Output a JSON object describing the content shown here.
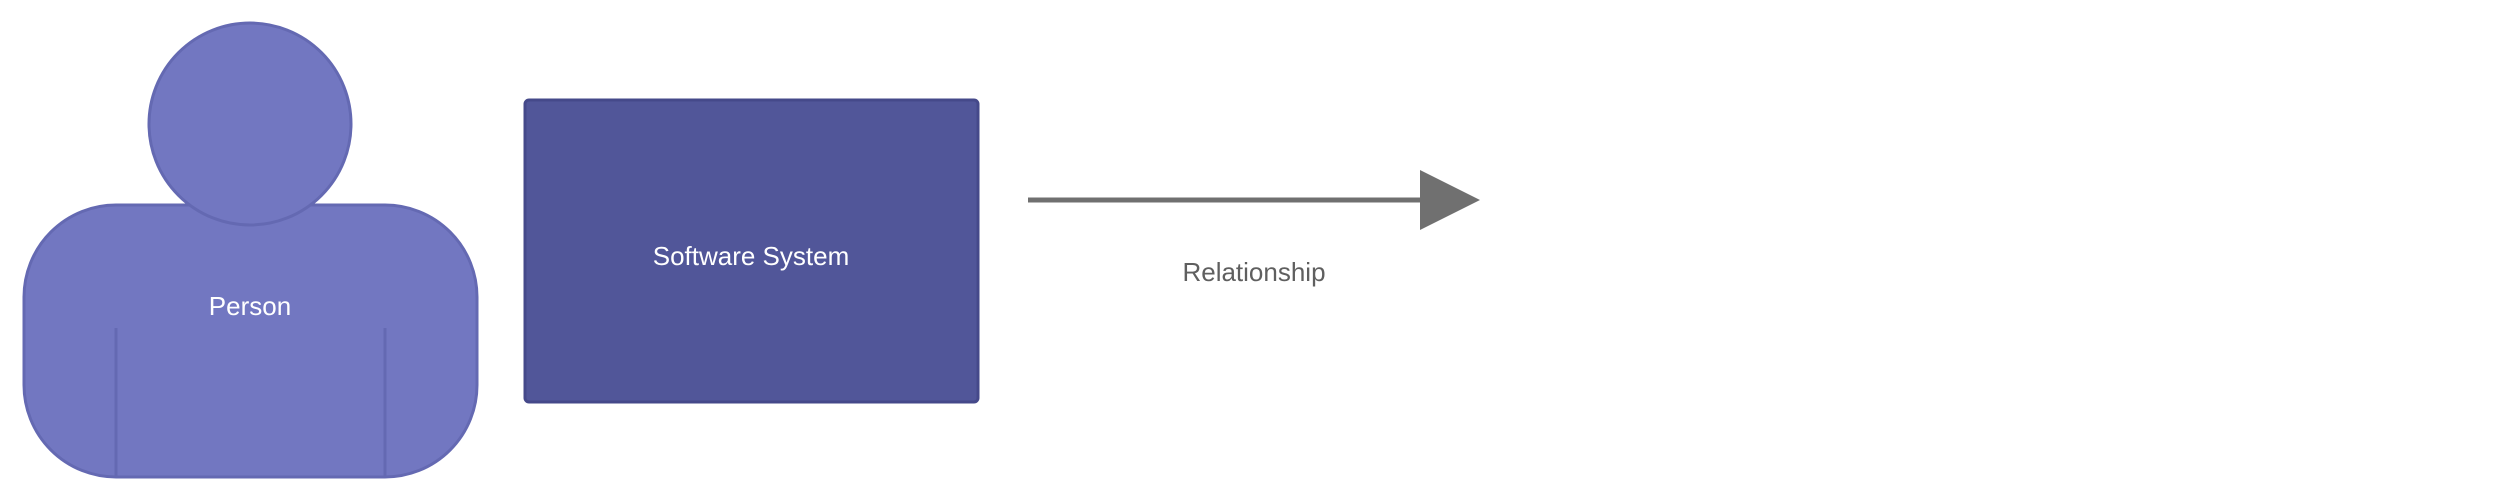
{
  "diagram": {
    "person": {
      "label": "Person",
      "fill": "#7277C1",
      "stroke": "#6469B2",
      "text_color": "#FFFFFF"
    },
    "software_system": {
      "label": "Software System",
      "fill": "#515699",
      "stroke": "#45498A",
      "text_color": "#FFFFFF"
    },
    "relationship": {
      "label": "Relationship",
      "color": "#707070",
      "text_color": "#5F5F5F"
    }
  }
}
